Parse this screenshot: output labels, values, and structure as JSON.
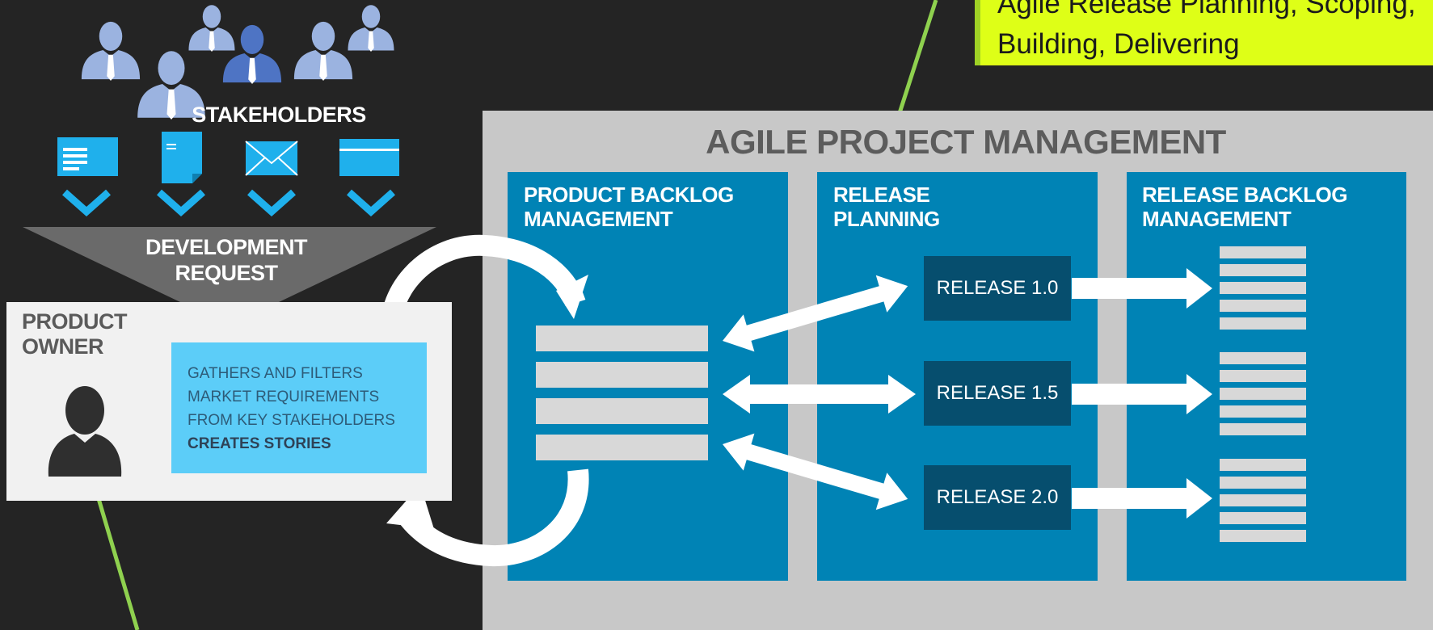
{
  "callout": {
    "line1": "Agile Release Planning, Scoping,",
    "line2": "Building, Delivering"
  },
  "agile": {
    "title": "Agile Project Management",
    "columns": [
      {
        "title_line1": "Product Backlog",
        "title_line2": "Management"
      },
      {
        "title_line1": "Release",
        "title_line2": "Planning"
      },
      {
        "title_line1": "Release Backlog",
        "title_line2": "Management"
      }
    ],
    "releases": [
      "RELEASE 1.0",
      "RELEASE 1.5",
      "RELEASE 2.0"
    ]
  },
  "stakeholders": {
    "label": "Stakeholders",
    "request_line1": "Development",
    "request_line2": "Request"
  },
  "product_owner": {
    "label_line1": "Product",
    "label_line2": "Owner",
    "desc": [
      "GATHERS AND FILTERS",
      "MARKET REQUIREMENTS",
      "FROM KEY STAKEHOLDERS"
    ],
    "desc_strong": "CREATES STORIES"
  },
  "colors": {
    "background": "#242424",
    "callout": "#deff17",
    "callout_line": "#8fd14f",
    "panel": "#c8c8c8",
    "column": "#0083b5",
    "release_box": "#064e6e",
    "desc_box": "#5ccdf8",
    "stakeholder_light": "#9bb3e0",
    "stakeholder_dark": "#4e74c4",
    "doc_icon": "#1fb0ec"
  }
}
